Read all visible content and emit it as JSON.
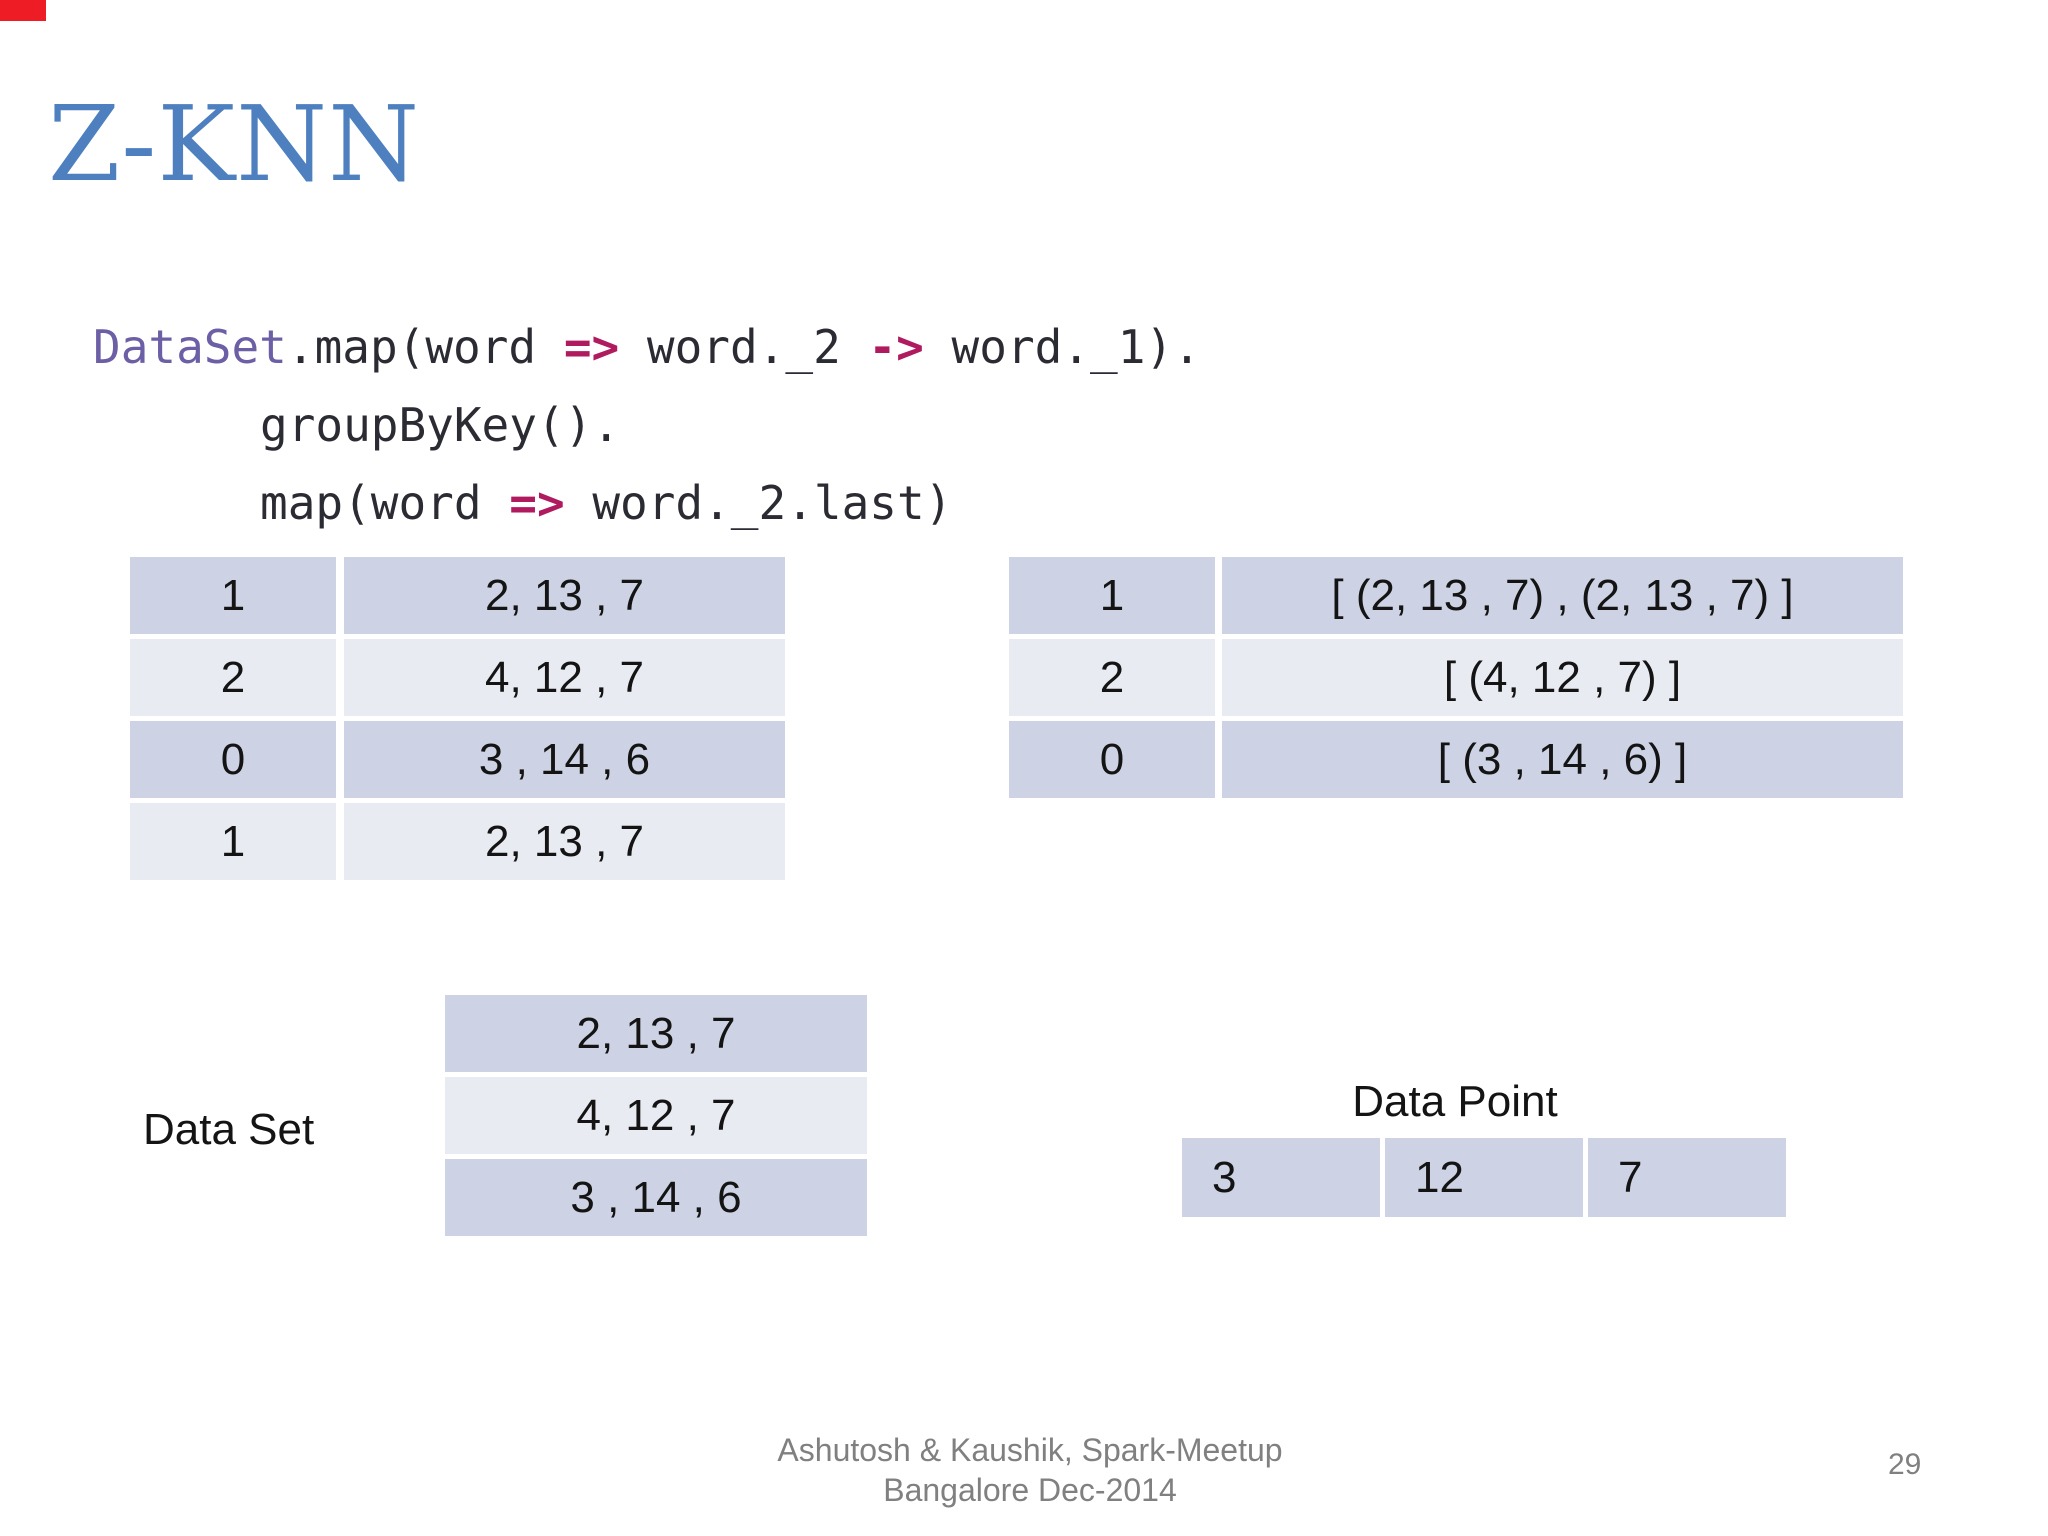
{
  "title": {
    "text": "Z-KNN"
  },
  "code": {
    "lines": [
      {
        "indent": 0,
        "tokens": [
          {
            "t": "DataSet",
            "c": "kw"
          },
          {
            "t": ".map(word ",
            "c": "tx"
          },
          {
            "t": "=>",
            "c": "op"
          },
          {
            "t": " word._2 ",
            "c": "tx"
          },
          {
            "t": "->",
            "c": "op"
          },
          {
            "t": " word._1).",
            "c": "tx"
          }
        ]
      },
      {
        "indent": 1,
        "tokens": [
          {
            "t": "groupByKey().",
            "c": "tx"
          }
        ]
      },
      {
        "indent": 1,
        "tokens": [
          {
            "t": "map(word ",
            "c": "tx"
          },
          {
            "t": "=>",
            "c": "op"
          },
          {
            "t": " word._2.last)",
            "c": "tx"
          }
        ]
      }
    ]
  },
  "tables": {
    "mapped": {
      "shades": [
        "dark",
        "light",
        "dark",
        "light"
      ],
      "rows": [
        {
          "key": "1",
          "value": "2, 13 , 7"
        },
        {
          "key": "2",
          "value": "4, 12 , 7"
        },
        {
          "key": "0",
          "value": "3 , 14 , 6"
        },
        {
          "key": "1",
          "value": "2, 13 , 7"
        }
      ]
    },
    "grouped": {
      "shades": [
        "dark",
        "light",
        "dark"
      ],
      "rows": [
        {
          "key": "1",
          "value": "[ (2, 13 , 7) , (2, 13 , 7) ]"
        },
        {
          "key": "2",
          "value": "[ (4, 12 , 7) ]"
        },
        {
          "key": "0",
          "value": "[ (3 , 14 , 6) ]"
        }
      ]
    },
    "dataset": {
      "label": "Data Set",
      "shades": [
        "dark",
        "light",
        "dark"
      ],
      "rows": [
        "2, 13 , 7",
        "4, 12 , 7",
        "3 , 14 , 6"
      ]
    },
    "datapoint": {
      "label": "Data Point",
      "shades": [
        "dark",
        "dark",
        "dark"
      ],
      "cells": [
        "3",
        "12",
        "7"
      ]
    }
  },
  "footer": {
    "line1": "Ashutosh & Kaushik, Spark-Meetup",
    "line2": "Bangalore Dec-2014",
    "page": "29"
  },
  "colors": {
    "title_blue": "#4e80c0",
    "row_dark": "#cdd3e4",
    "row_light": "#e9ebf3",
    "code_text": "#2b2b33",
    "code_keyword": "#6d5fa5",
    "code_operator": "#b01a5f",
    "footer_gray": "#808080",
    "corner_red": "#ee1c25"
  }
}
